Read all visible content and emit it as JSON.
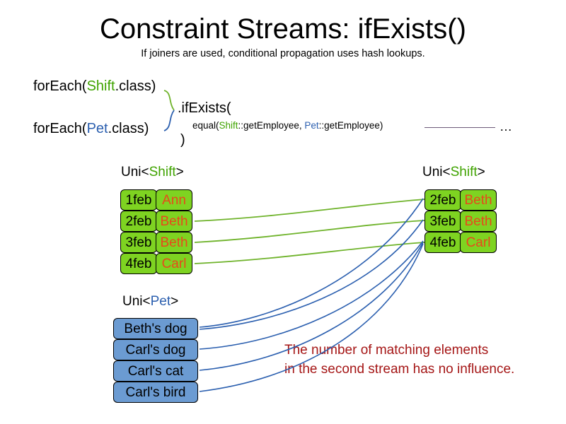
{
  "slide": {
    "title": "Constraint Streams: ifExists()",
    "subtitle": "If joiners are used, conditional propagation uses hash lookups."
  },
  "code": {
    "foreach_shift_prefix": "forEach(",
    "foreach_shift_type": "Shift",
    "foreach_shift_suffix": ".class)",
    "foreach_pet_prefix": "forEach(",
    "foreach_pet_type": "Pet",
    "foreach_pet_suffix": ".class)",
    "if_exists": ".ifExists(",
    "close_paren": ")",
    "equal_prefix": "equal(",
    "equal_left_type": "Shift",
    "equal_left_method": "::getEmployee, ",
    "equal_right_type": "Pet",
    "equal_right_method": "::getEmployee)",
    "ellipsis": "…"
  },
  "streams": {
    "left_shift": {
      "label_prefix": "Uni<",
      "label_type": "Shift",
      "label_suffix": ">",
      "rows": [
        {
          "date": "1feb",
          "name": "Ann"
        },
        {
          "date": "2feb",
          "name": "Beth"
        },
        {
          "date": "3feb",
          "name": "Beth"
        },
        {
          "date": "4feb",
          "name": "Carl"
        }
      ]
    },
    "right_shift": {
      "label_prefix": "Uni<",
      "label_type": "Shift",
      "label_suffix": ">",
      "rows": [
        {
          "date": "2feb",
          "name": "Beth"
        },
        {
          "date": "3feb",
          "name": "Beth"
        },
        {
          "date": "4feb",
          "name": "Carl"
        }
      ]
    },
    "pet": {
      "label_prefix": "Uni<",
      "label_type": "Pet",
      "label_suffix": ">",
      "rows": [
        {
          "name": "Beth's dog"
        },
        {
          "name": "Carl's dog"
        },
        {
          "name": "Carl's cat"
        },
        {
          "name": "Carl's bird"
        }
      ]
    }
  },
  "annotation": {
    "line1": "The number of matching elements",
    "line2": "in the second stream has no influence."
  },
  "colors": {
    "shift_green": "#7ED321",
    "shift_name_orange": "#E8491B",
    "pet_blue": "#6B9BD2",
    "type_shift_text": "#3FA300",
    "type_pet_text": "#2B5FAF",
    "connector_green": "#6FB32B",
    "connector_blue": "#2B5FAF",
    "annotation_red": "#A51616",
    "tail_line": "#6E5A78"
  },
  "connections": {
    "green": [
      {
        "from": "left-2feb",
        "to": "right-2feb"
      },
      {
        "from": "left-3feb",
        "to": "right-3feb"
      },
      {
        "from": "left-4feb",
        "to": "right-4feb"
      }
    ],
    "blue": [
      {
        "from": "pet-beths-dog",
        "to": "right-2feb"
      },
      {
        "from": "pet-beths-dog",
        "to": "right-3feb"
      },
      {
        "from": "pet-carls-dog",
        "to": "right-4feb"
      },
      {
        "from": "pet-carls-cat",
        "to": "right-4feb"
      },
      {
        "from": "pet-carls-bird",
        "to": "right-4feb"
      }
    ]
  }
}
